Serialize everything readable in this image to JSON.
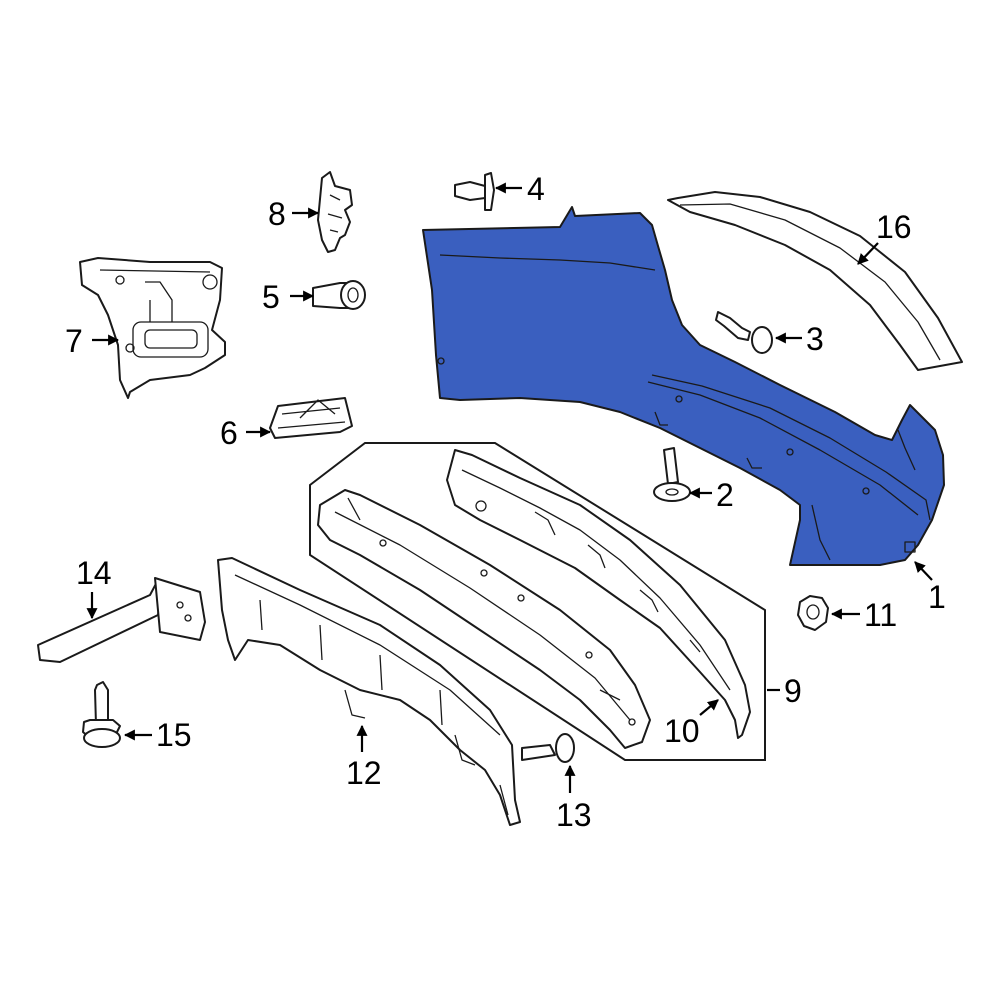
{
  "diagram": {
    "highlight_color": "#3a5fbf",
    "callouts": [
      {
        "id": "c1",
        "label": "1"
      },
      {
        "id": "c2",
        "label": "2"
      },
      {
        "id": "c3",
        "label": "3"
      },
      {
        "id": "c4",
        "label": "4"
      },
      {
        "id": "c5",
        "label": "5"
      },
      {
        "id": "c6",
        "label": "6"
      },
      {
        "id": "c7",
        "label": "7"
      },
      {
        "id": "c8",
        "label": "8"
      },
      {
        "id": "c9",
        "label": "9"
      },
      {
        "id": "c10",
        "label": "10"
      },
      {
        "id": "c11",
        "label": "11"
      },
      {
        "id": "c12",
        "label": "12"
      },
      {
        "id": "c13",
        "label": "13"
      },
      {
        "id": "c14",
        "label": "14"
      },
      {
        "id": "c15",
        "label": "15"
      },
      {
        "id": "c16",
        "label": "16"
      }
    ]
  }
}
